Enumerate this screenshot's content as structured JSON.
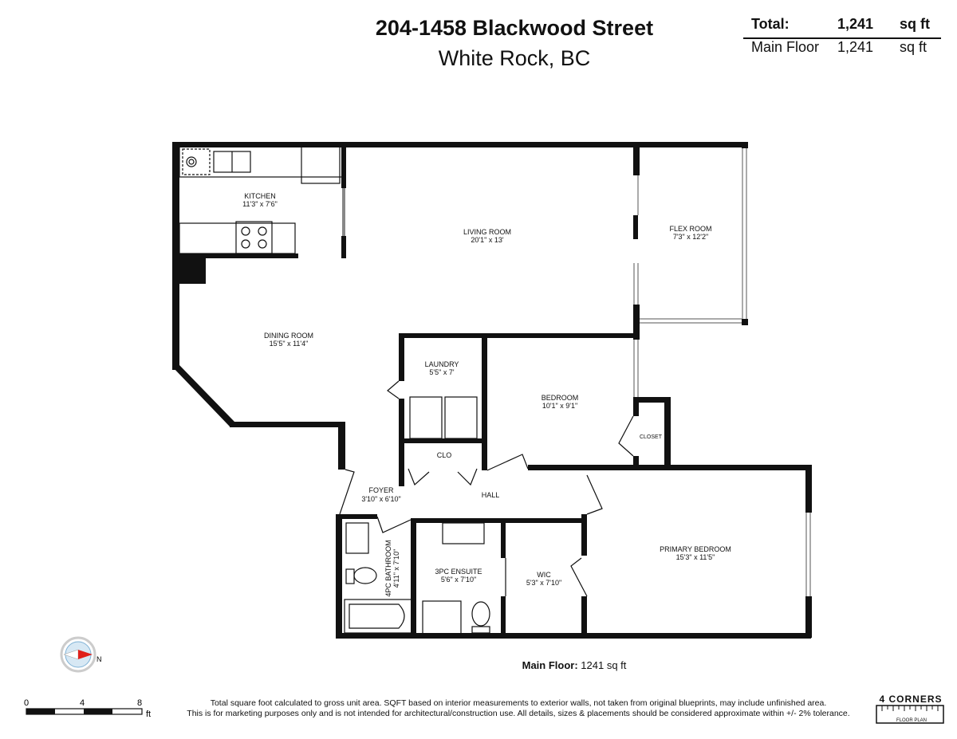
{
  "header": {
    "title": "204-1458 Blackwood Street",
    "subtitle": "White Rock, BC"
  },
  "area_table": {
    "rows": [
      {
        "label": "Total:",
        "value": "1,241",
        "unit": "sq ft"
      },
      {
        "label": "Main Floor",
        "value": "1,241",
        "unit": "sq ft"
      }
    ]
  },
  "rooms": {
    "kitchen": {
      "name": "KITCHEN",
      "dims": "11'3\" x 7'6\""
    },
    "living": {
      "name": "LIVING ROOM",
      "dims": "20'1\" x 13'"
    },
    "flex": {
      "name": "FLEX ROOM",
      "dims": "7'3\" x 12'2\""
    },
    "dining": {
      "name": "DINING ROOM",
      "dims": "15'5\" x 11'4\""
    },
    "laundry": {
      "name": "LAUNDRY",
      "dims": "5'5\" x 7'"
    },
    "bedroom": {
      "name": "BEDROOM",
      "dims": "10'1\" x 9'1\""
    },
    "closet": {
      "name": "CLOSET"
    },
    "clo": {
      "name": "CLO"
    },
    "foyer": {
      "name": "FOYER",
      "dims": "3'10\" x 6'10\""
    },
    "hall": {
      "name": "HALL"
    },
    "bath4": {
      "name": "4PC BATHROOM",
      "dims": "4'11\" x 7'10\""
    },
    "ensuite": {
      "name": "3PC ENSUITE",
      "dims": "5'6\" x 7'10\""
    },
    "wic": {
      "name": "WIC",
      "dims": "5'3\" x 7'10\""
    },
    "primary": {
      "name": "PRIMARY BEDROOM",
      "dims": "15'3\" x 11'5\""
    }
  },
  "compass": {
    "label": "N"
  },
  "main_floor": {
    "label": "Main Floor:",
    "value": "1241 sq ft"
  },
  "scale": {
    "ticks": [
      "0",
      "4",
      "8"
    ],
    "unit": "ft"
  },
  "disclaimer": {
    "line1": "Total square foot calculated to gross unit area. SQFT based on interior measurements to exterior walls, not taken from original blueprints, may include unfinished area.",
    "line2": "This is for marketing purposes only and is not intended for architectural/construction use.  All details, sizes & placements should be considered approximate within +/- 2%  tolerance."
  },
  "logo": {
    "name": "4 CORNERS",
    "tag": "FLOOR PLAN"
  },
  "colors": {
    "wall": "#111111",
    "compass_accent": "#e0201a",
    "compass_ring": "#7fb2d6"
  }
}
